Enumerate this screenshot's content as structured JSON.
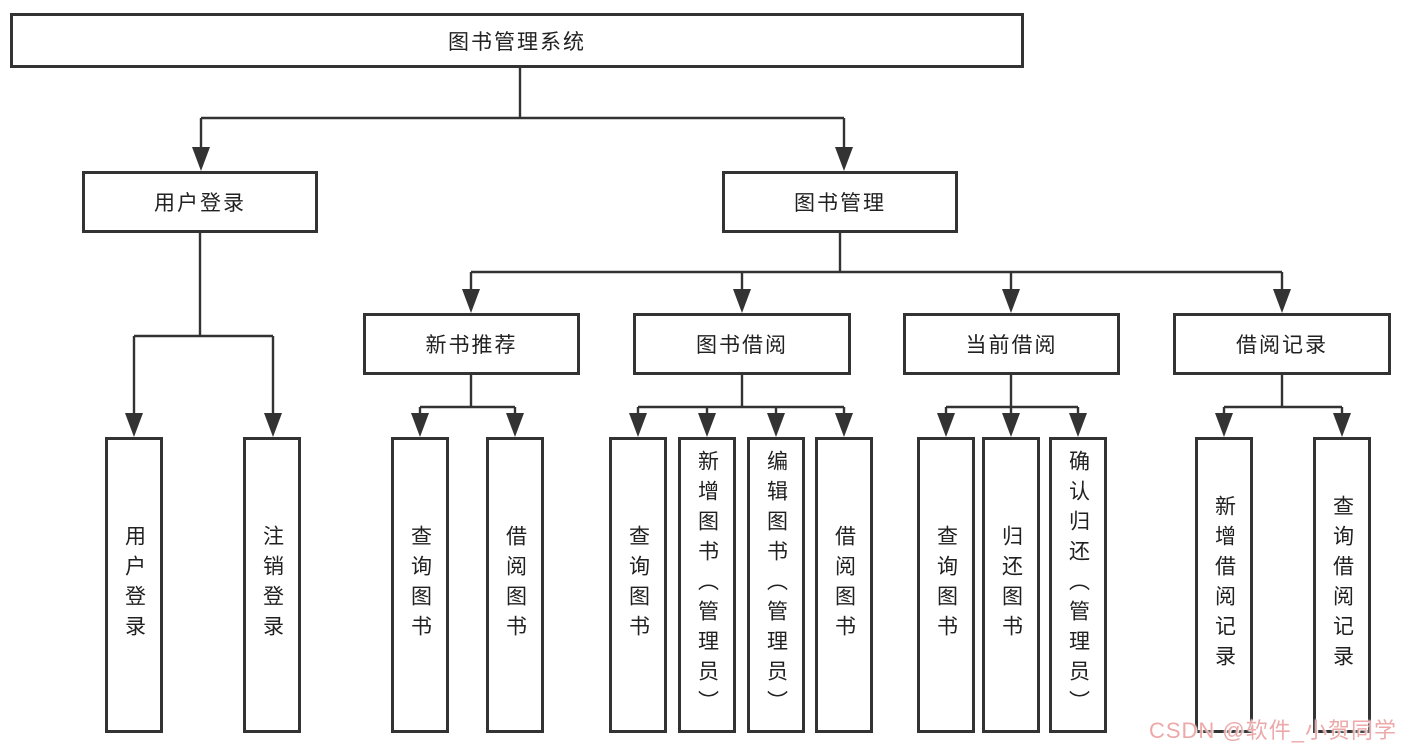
{
  "tree": {
    "root": {
      "label": "图书管理系统",
      "children": [
        {
          "label": "用户登录",
          "children": [
            {
              "label": "用户登录"
            },
            {
              "label": "注销登录"
            }
          ]
        },
        {
          "label": "图书管理",
          "children": [
            {
              "label": "新书推荐",
              "children": [
                {
                  "label": "查询图书"
                },
                {
                  "label": "借阅图书"
                }
              ]
            },
            {
              "label": "图书借阅",
              "children": [
                {
                  "label": "查询图书"
                },
                {
                  "label": "新增图书（管理员）"
                },
                {
                  "label": "编辑图书（管理员）"
                },
                {
                  "label": "借阅图书"
                }
              ]
            },
            {
              "label": "当前借阅",
              "children": [
                {
                  "label": "查询图书"
                },
                {
                  "label": "归还图书"
                },
                {
                  "label": "确认归还（管理员）"
                }
              ]
            },
            {
              "label": "借阅记录",
              "children": [
                {
                  "label": "新增借阅记录"
                },
                {
                  "label": "查询借阅记录"
                }
              ]
            }
          ]
        }
      ]
    }
  },
  "watermark": {
    "text": "CSDN @软件_小贺同学",
    "color": "#eda9a9"
  },
  "colors": {
    "line": "#333333",
    "box_border": "#333333",
    "background": "#ffffff",
    "text": "#212121"
  }
}
